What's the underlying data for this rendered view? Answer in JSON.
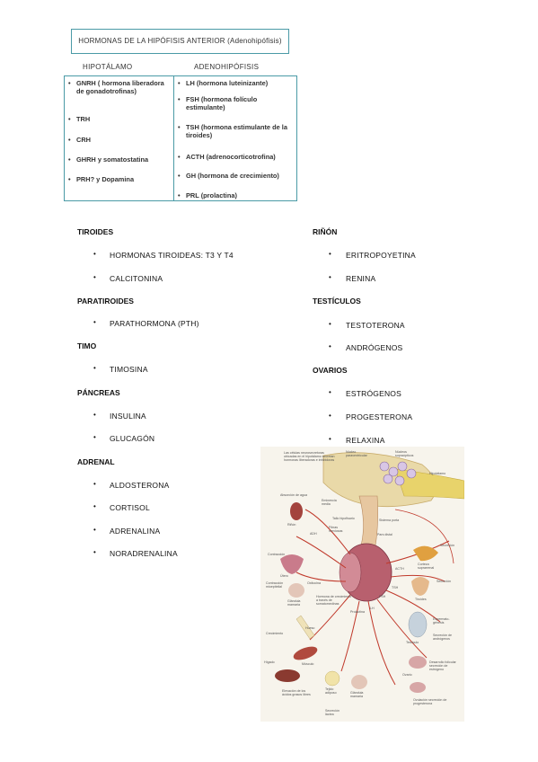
{
  "top_table": {
    "title": "HORMONAS DE LA HIPÓFISIS ANTERIOR (Adenohipófisis)",
    "left_header": "HIPOTÁLAMO",
    "right_header": "ADENOHIPÓFISIS",
    "left_items": [
      "GNRH ( hormona liberadora de gonadotrofinas)",
      "TRH",
      "CRH",
      "GHRH y somatostatina",
      "PRH? y Dopamina"
    ],
    "right_items": [
      "LH (hormona luteinizante)",
      "FSH (hormona folículo estimulante)",
      "TSH (hormona estimulante de la tiroides)",
      "ACTH (adrenocorticotrofina)",
      "GH (hormona de crecimiento)",
      "PRL (prolactina)"
    ]
  },
  "left_column": [
    {
      "title": "TIROIDES",
      "items": [
        "HORMONAS TIROIDEAS: T3 Y T4",
        "CALCITONINA"
      ]
    },
    {
      "title": "PARATIROIDES",
      "items": [
        "PARATHORMONA (PTH)"
      ]
    },
    {
      "title": "TIMO",
      "items": [
        "TIMOSINA"
      ]
    },
    {
      "title": "PÁNCREAS",
      "items": [
        "INSULINA",
        "GLUCAGÓN"
      ]
    },
    {
      "title": "ADRENAL",
      "items": [
        "ALDOSTERONA",
        "CORTISOL",
        "ADRENALINA",
        "NORADRENALINA"
      ]
    }
  ],
  "right_column": [
    {
      "title": "RIÑÓN",
      "items": [
        "ERITROPOYETINA",
        "RENINA"
      ]
    },
    {
      "title": "TESTÍCULOS",
      "items": [
        "TESTOTERONA",
        "ANDRÓGENOS"
      ]
    },
    {
      "title": "OVARIOS",
      "items": [
        "ESTRÓGENOS",
        "PROGESTERONA",
        "RELAXINA"
      ]
    }
  ],
  "bullet_char": "•",
  "figure": {
    "labels": {
      "top_left": "Las células neurosecretoras ubicadas en el hipotálamo secretan hormonas liberadoras e inhibidoras",
      "nucleos_para": "Núcleo paraventricular",
      "nucleos_supra": "Núcleos supraópticos",
      "hipotalamo": "Hipotálamo",
      "absorcion": "Absorción de agua",
      "eminencia": "Eminencia media",
      "tallo": "Tallo hipofisario",
      "sistema_porta": "Sistema porta",
      "rinon": "Riñón",
      "adh": "ADH",
      "fibras": "Fibras nerviosas",
      "pars_distal": "Pars distal",
      "contraccion": "Contracción",
      "utero": "Útero",
      "oxitocina": "Oxitocina",
      "contraccion_mioepitelial": "Contracción mioepitelial",
      "glandula_mamaria": "Glándula mamaria",
      "hormona_crecimiento": "Hormona de crecimiento a través de somatomedinas",
      "acth": "ACTH",
      "corteza": "Corteza suprarrenal",
      "secrecion": "Secreción",
      "tsh": "TSH",
      "tiroides": "Tiroides",
      "fsh": "FSH",
      "lh": "LH",
      "prolactina": "Prolactina",
      "hueso": "Hueso",
      "crecimiento": "Crecimiento",
      "musculo": "Músculo",
      "higado": "Hígado",
      "tejido_adiposo": "Tejido adiposo",
      "elevacion": "Elevación de los ácidos grasos libres",
      "secrecion_leche": "Secreción láctea",
      "glandula_mamaria2": "Glándula mamaria",
      "ovario": "Ovario",
      "desarrollo_folicular": "Desarrollo folicular secreción de estrógeno",
      "ovulacion": "Ovulación secreción de progesterona",
      "testiculo": "Testículo",
      "espermatogenesis": "Espermato-génesis",
      "secrecion_androgenos": "Secreción de andrógenos",
      "secrecion_tiroides": "Secreción"
    }
  }
}
